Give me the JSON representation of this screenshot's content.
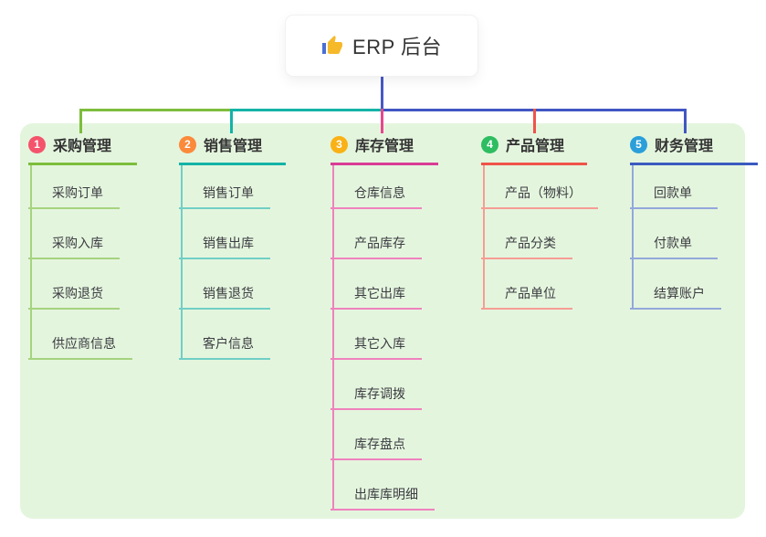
{
  "root": {
    "title": "ERP 后台",
    "icon": "thumbs-up-icon",
    "stem_color": "#4759c4"
  },
  "panel": {
    "background": "#e4f5de"
  },
  "connector_colors": {
    "segment_left": "#7dbd3c",
    "segment_mid": "#14b3a7",
    "segment_right": "#4156c3"
  },
  "branches": [
    {
      "num": "1",
      "title": "采购管理",
      "badge_color": "#f4536b",
      "line_color": "#7dbd3c",
      "item_line_color": "#a6d37f",
      "stub_color": "#7dbd3c",
      "items": [
        "采购订单",
        "采购入库",
        "采购退货",
        "供应商信息"
      ]
    },
    {
      "num": "2",
      "title": "销售管理",
      "badge_color": "#fb8a3a",
      "line_color": "#14b3a7",
      "item_line_color": "#70cfc5",
      "stub_color": "#14b3a7",
      "items": [
        "销售订单",
        "销售出库",
        "销售退货",
        "客户信息"
      ]
    },
    {
      "num": "3",
      "title": "库存管理",
      "badge_color": "#f9b115",
      "line_color": "#d93b96",
      "item_line_color": "#ef82bd",
      "stub_color": "#e8478f",
      "items": [
        "仓库信息",
        "产品库存",
        "其它出库",
        "其它入库",
        "库存调拨",
        "库存盘点",
        "出库库明细"
      ]
    },
    {
      "num": "4",
      "title": "产品管理",
      "badge_color": "#2ebd61",
      "line_color": "#ef5349",
      "item_line_color": "#f59d94",
      "stub_color": "#ef5349",
      "items": [
        "产品（物料）",
        "产品分类",
        "产品单位"
      ]
    },
    {
      "num": "5",
      "title": "财务管理",
      "badge_color": "#2b9fd9",
      "line_color": "#3a5abf",
      "item_line_color": "#93a8da",
      "stub_color": "#4156c3",
      "items": [
        "回款单",
        "付款单",
        "结算账户"
      ]
    }
  ]
}
